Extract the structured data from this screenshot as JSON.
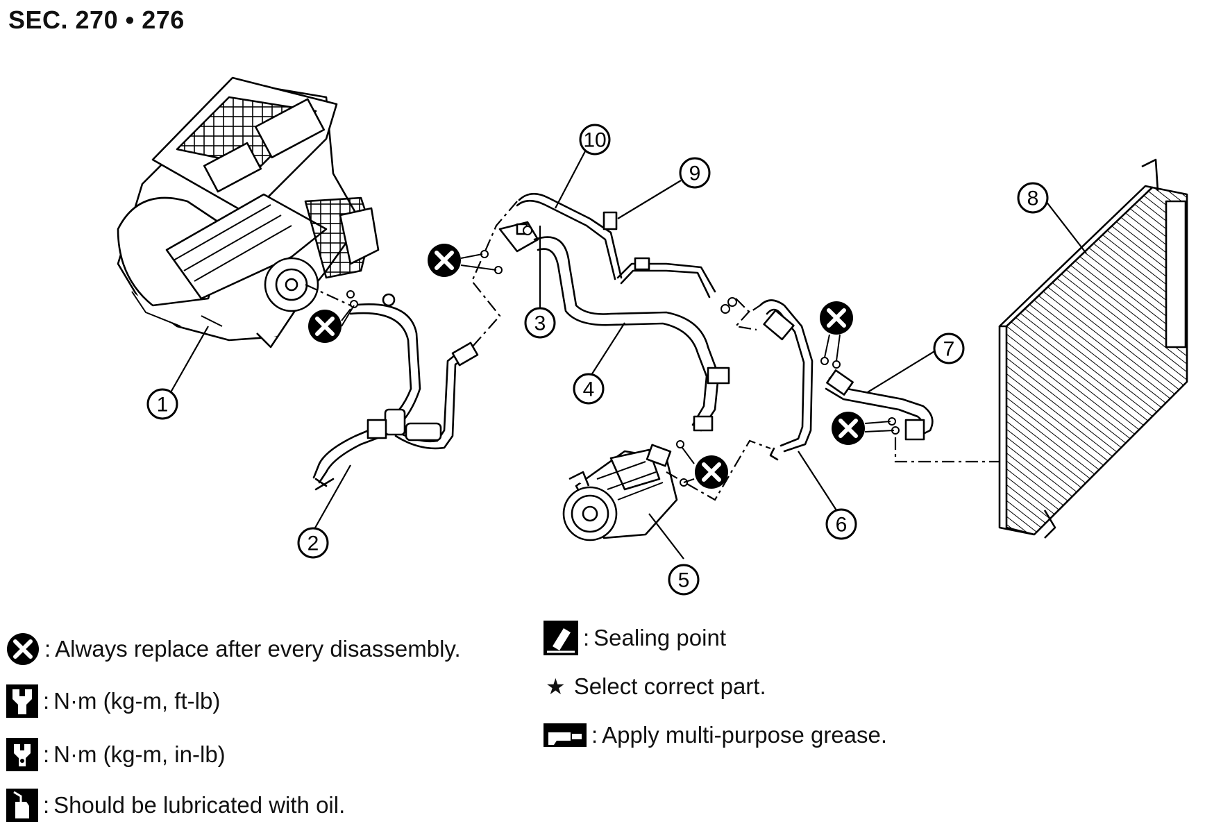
{
  "header": {
    "section": "SEC. 270 • 276"
  },
  "callouts": [
    "1",
    "2",
    "3",
    "4",
    "5",
    "6",
    "7",
    "8",
    "9",
    "10"
  ],
  "legend": {
    "replace": {
      "icon": "replace-x-icon",
      "text": "Always replace after every disassembly."
    },
    "torque_ftlb": {
      "icon": "torque-wrench-icon",
      "text": "N·m (kg-m, ft-lb)"
    },
    "torque_inlb": {
      "icon": "torque-wrench-small-icon",
      "text": "N·m (kg-m, in-lb)"
    },
    "oil": {
      "icon": "oil-can-icon",
      "text": "Should be lubricated with oil."
    },
    "sealing": {
      "icon": "sealing-point-icon",
      "text": "Sealing point"
    },
    "select": {
      "icon": "star-icon",
      "text": "Select correct part."
    },
    "grease": {
      "icon": "grease-gun-icon",
      "text": "Apply multi-purpose grease."
    }
  },
  "colors": {
    "ink": "#000000",
    "background": "#ffffff"
  }
}
